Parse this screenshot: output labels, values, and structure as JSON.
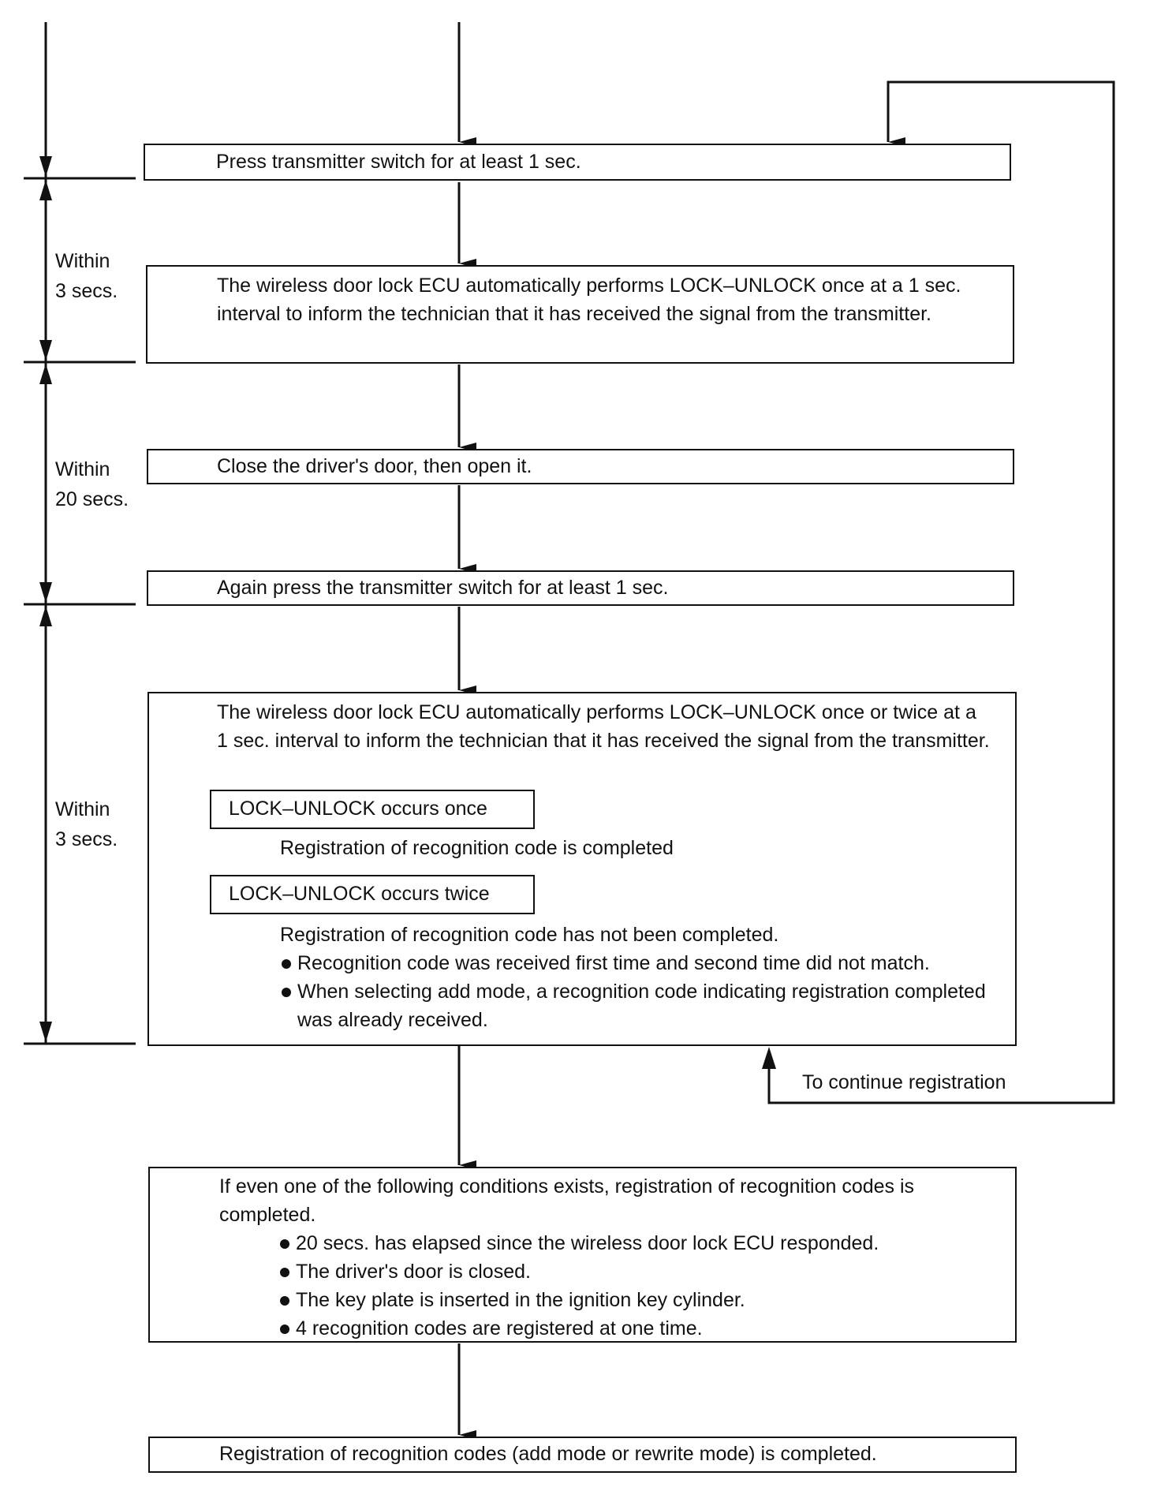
{
  "steps": {
    "press_switch": "Press transmitter switch for at least 1 sec.",
    "ecu_response_1": "The wireless door lock ECU automatically performs LOCK–UNLOCK once at a 1 sec. interval to inform the technician that it has received the signal from the transmitter.",
    "close_door": "Close the driver's door, then open it.",
    "press_again": "Again press the transmitter switch for at least 1 sec.",
    "ecu_response_2": {
      "text": "The wireless door lock ECU automatically performs LOCK–UNLOCK once or twice at a 1 sec. interval to inform the technician that it has received the signal from the transmitter.",
      "case_once_label": "LOCK–UNLOCK occurs once",
      "case_once_result": "Registration of recognition code is completed",
      "case_twice_label": "LOCK–UNLOCK occurs twice",
      "case_twice_result": "Registration of recognition code has not been completed.",
      "case_twice_bullets": [
        "Recognition code was received first time and second time did not match.",
        "When selecting add mode, a recognition code indicating registration completed was already received."
      ]
    },
    "conditions": {
      "intro": "If even one of the following conditions exists, registration of recognition codes is completed.",
      "bullets": [
        "20 secs. has elapsed since the wireless door lock ECU responded.",
        "The driver's door is closed.",
        "The key plate is inserted in the ignition key cylinder.",
        "4 recognition codes are registered at one time."
      ]
    },
    "final": "Registration of recognition codes (add mode or rewrite mode) is completed."
  },
  "timing": {
    "within_3_secs_1": [
      "Within",
      "3 secs."
    ],
    "within_20_secs": [
      "Within",
      "20 secs."
    ],
    "within_3_secs_2": [
      "Within",
      "3 secs."
    ]
  },
  "loop_label": "To continue registration"
}
